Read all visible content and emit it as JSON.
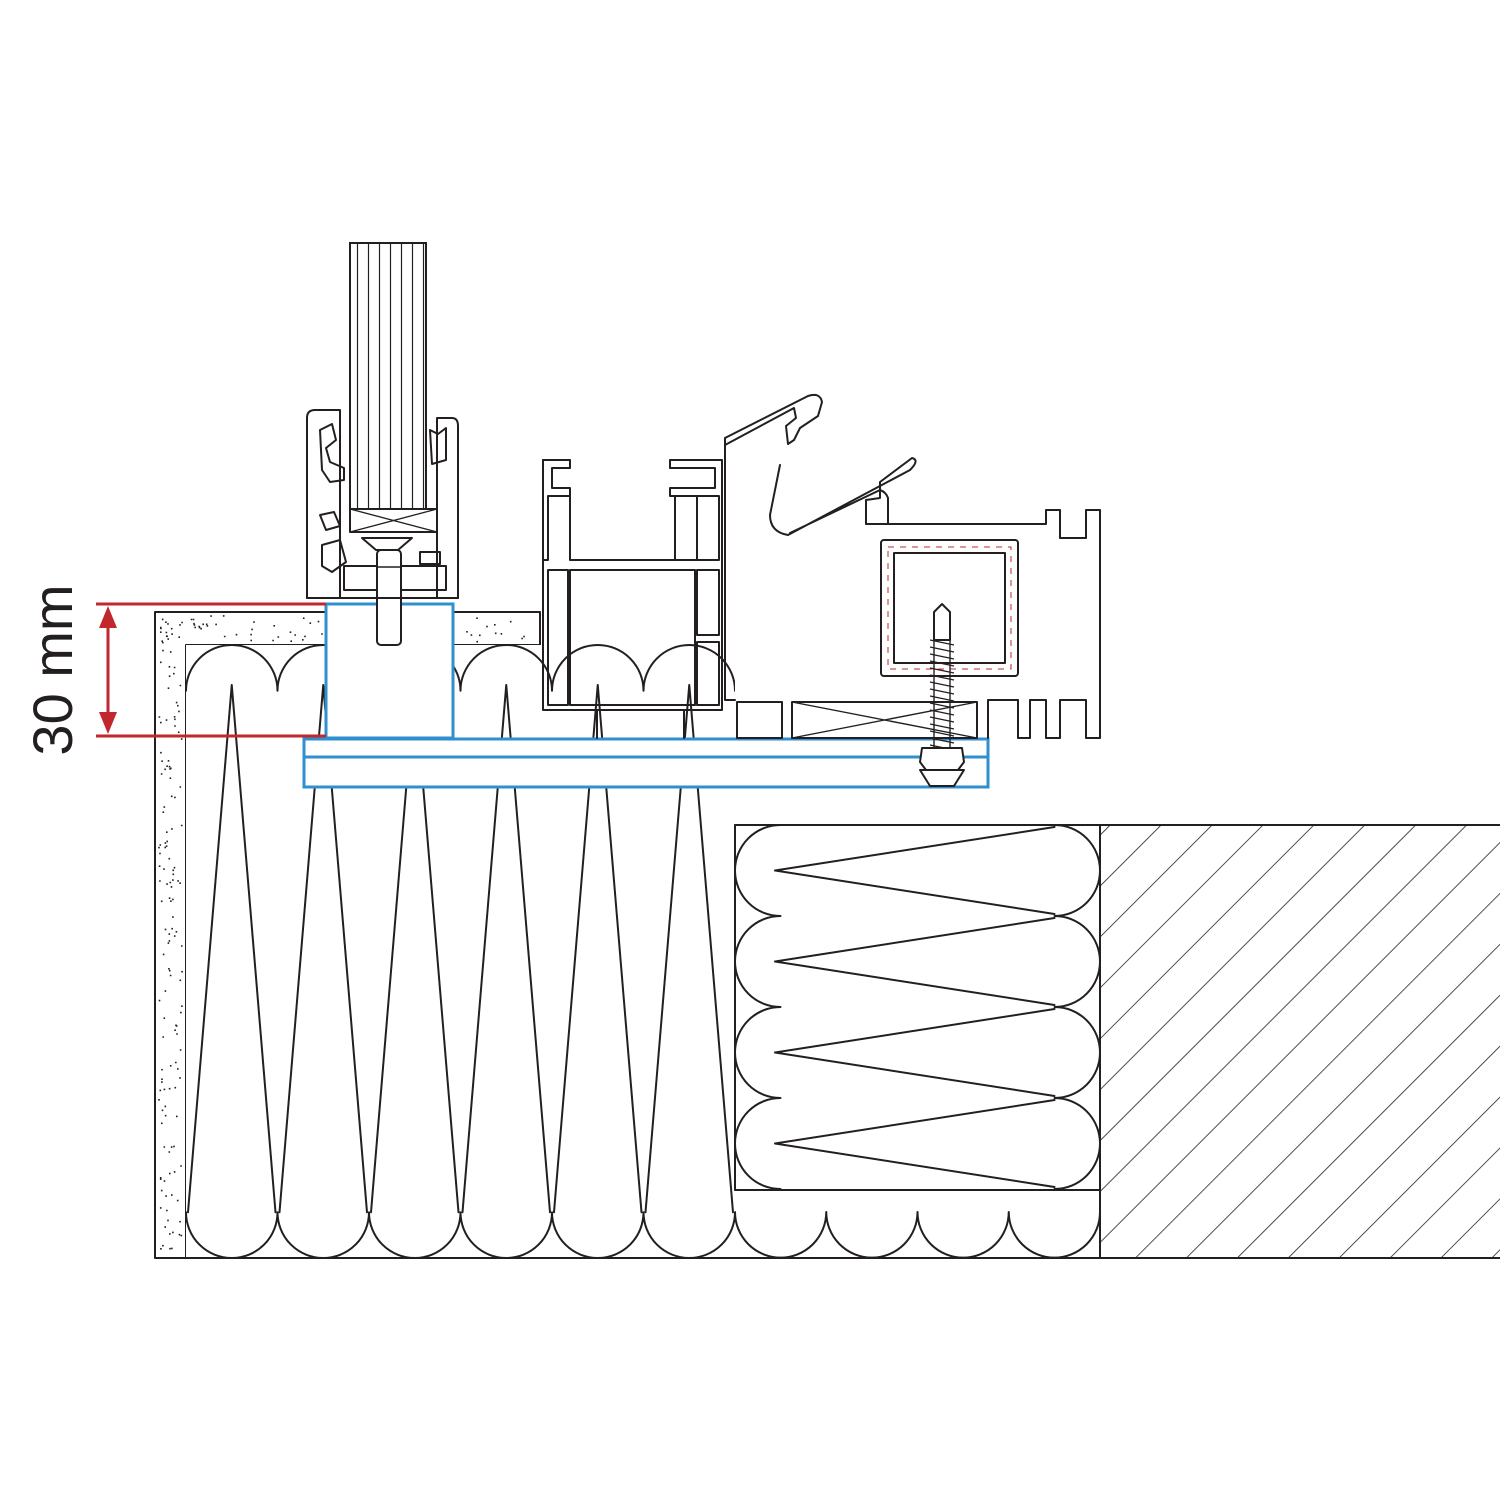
{
  "dimension": {
    "label": "30 mm",
    "value": 30,
    "unit": "mm"
  },
  "colors": {
    "line": "#231f20",
    "highlight": "#2f8fcf",
    "dimension": "#c1272d",
    "background": "#ffffff"
  }
}
